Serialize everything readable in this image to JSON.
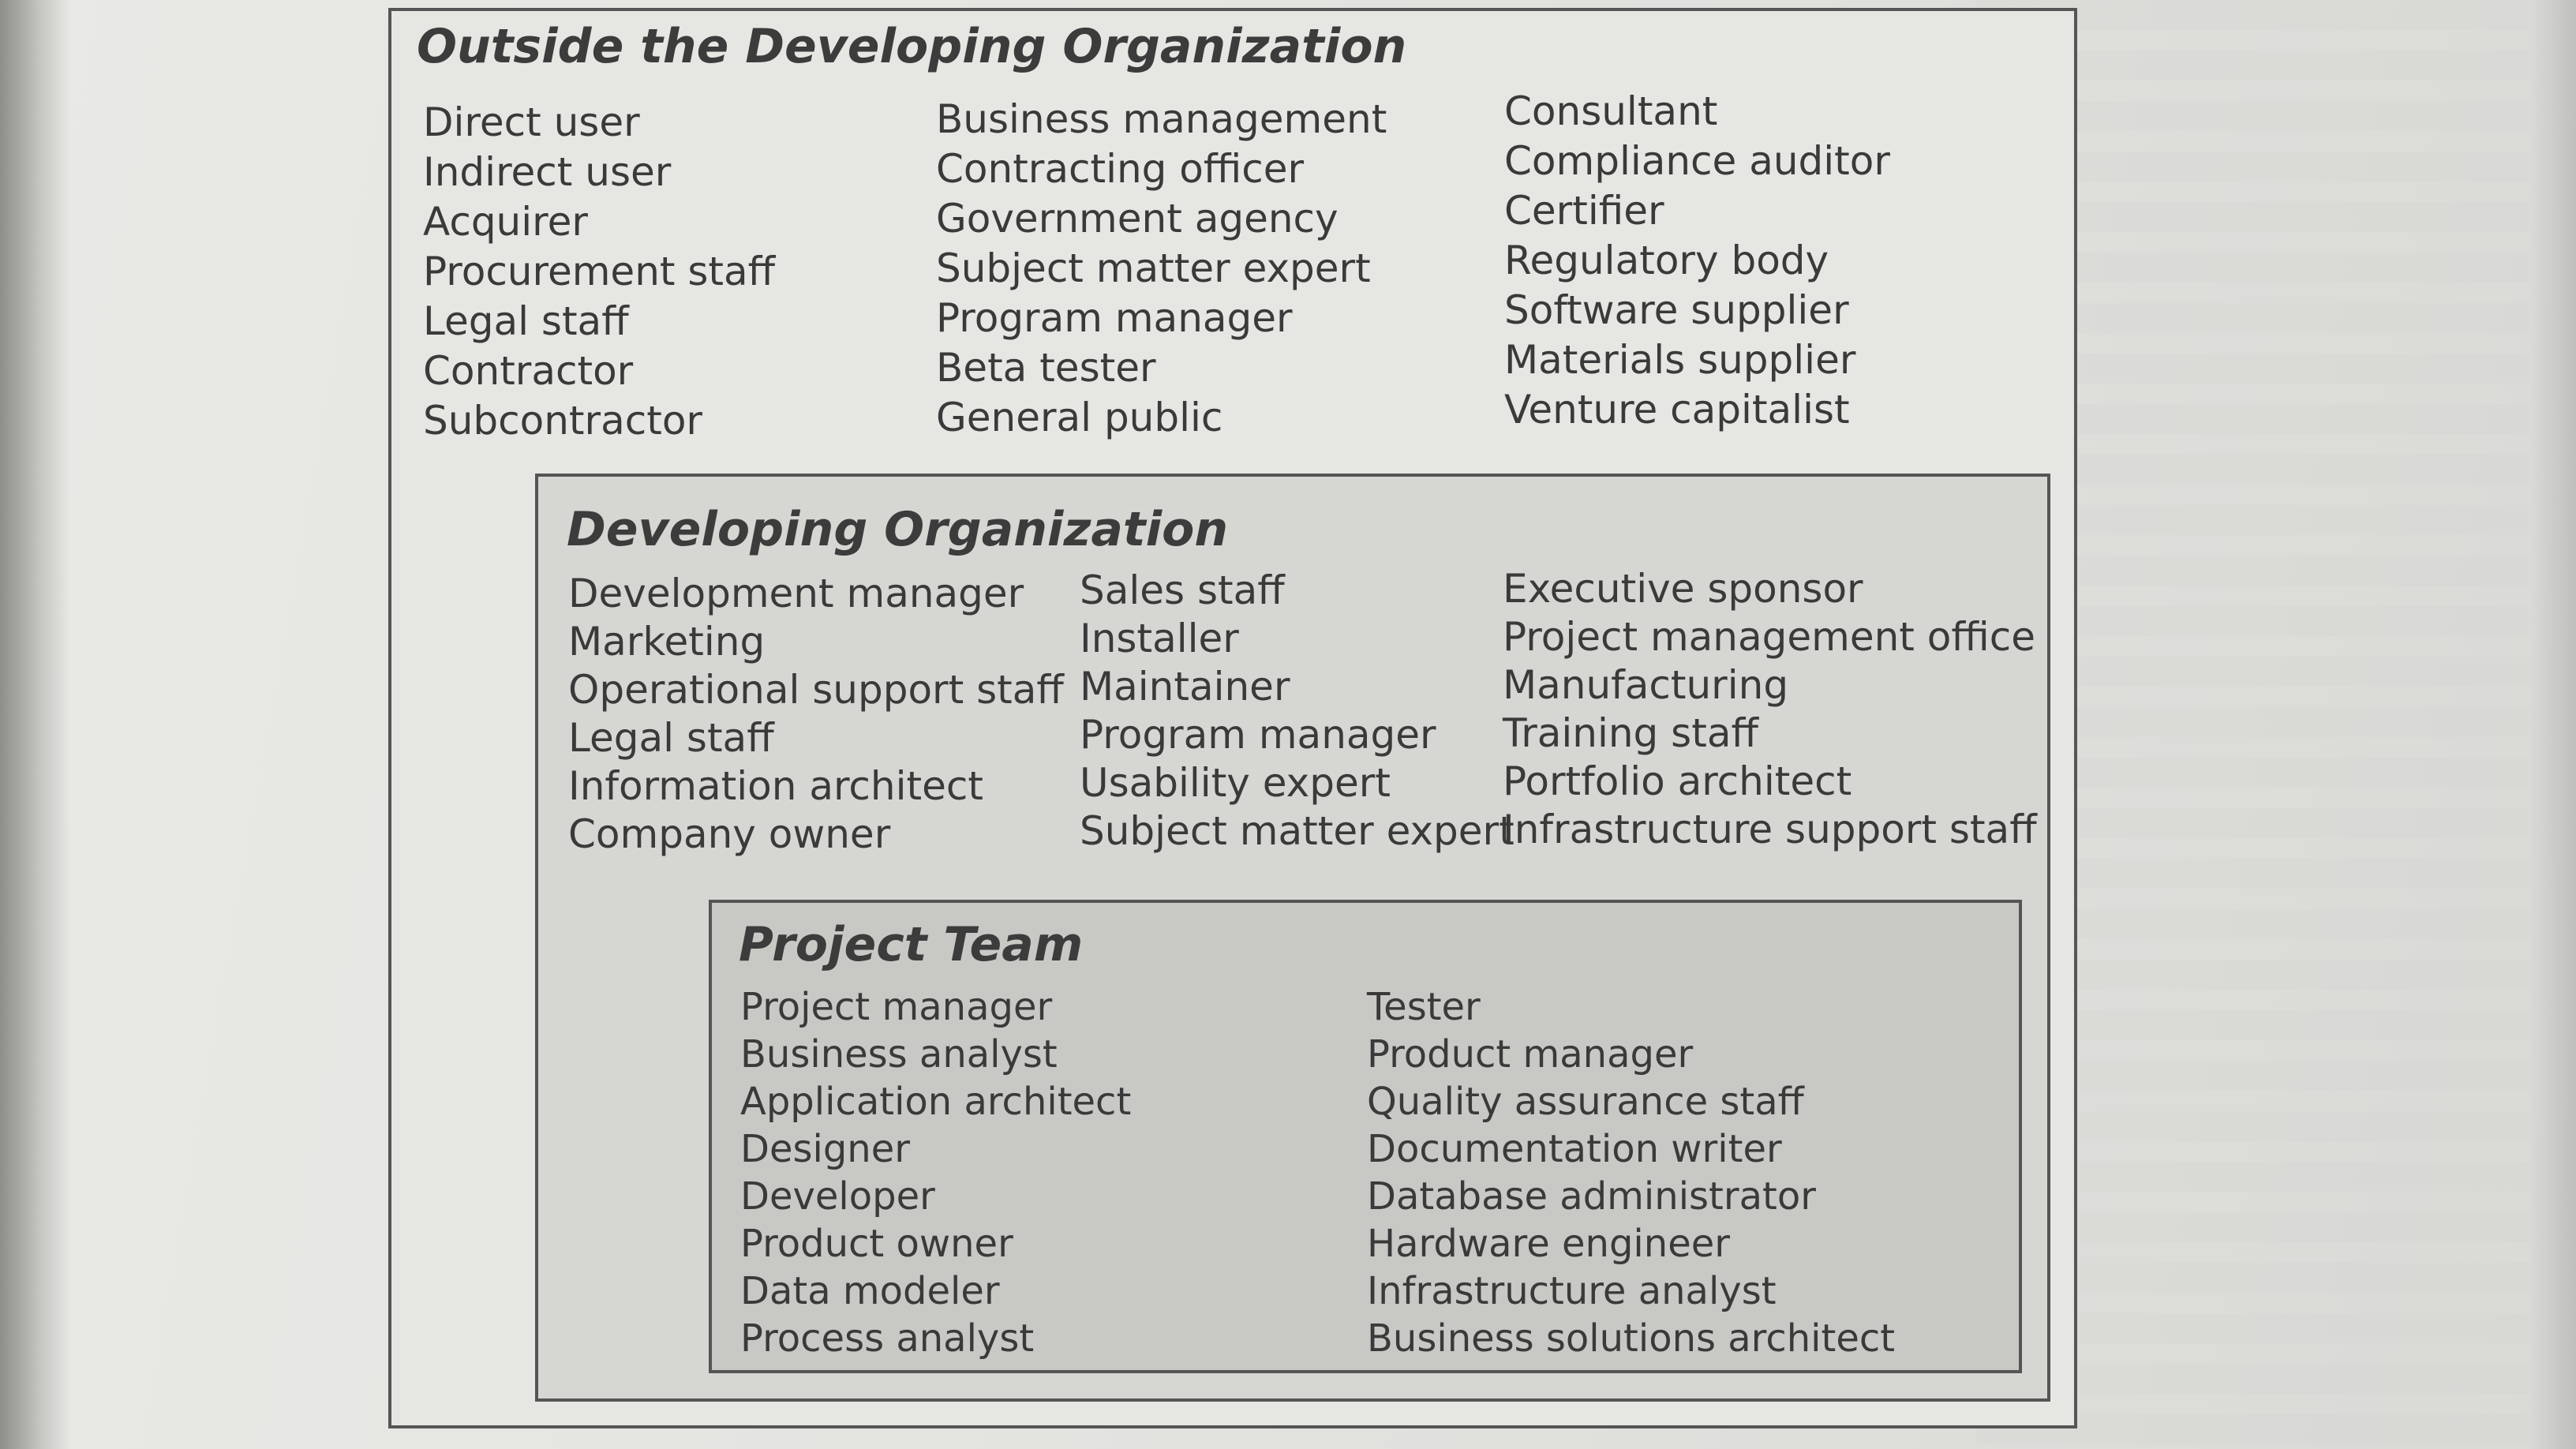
{
  "outside": {
    "title": "Outside the Developing Organization",
    "col1": [
      "Direct user",
      "Indirect user",
      "Acquirer",
      "Procurement staff",
      "Legal staff",
      "Contractor",
      "Subcontractor"
    ],
    "col2": [
      "Business management",
      "Contracting officer",
      "Government agency",
      "Subject matter expert",
      "Program manager",
      "Beta tester",
      "General public"
    ],
    "col3": [
      "Consultant",
      "Compliance auditor",
      "Certifier",
      "Regulatory body",
      "Software supplier",
      "Materials supplier",
      "Venture capitalist"
    ]
  },
  "developing": {
    "title": "Developing Organization",
    "col1": [
      "Development manager",
      "Marketing",
      "Operational support staff",
      "Legal staff",
      "Information architect",
      "Company owner"
    ],
    "col2": [
      "Sales staff",
      "Installer",
      "Maintainer",
      "Program manager",
      "Usability expert",
      "Subject matter expert"
    ],
    "col3": [
      "Executive sponsor",
      "Project management office",
      "Manufacturing",
      "Training staff",
      "Portfolio architect",
      "Infrastructure support staff"
    ]
  },
  "team": {
    "title": "Project Team",
    "col1": [
      "Project manager",
      "Business analyst",
      "Application architect",
      "Designer",
      "Developer",
      "Product owner",
      "Data modeler",
      "Process analyst"
    ],
    "col2": [
      "Tester",
      "Product manager",
      "Quality assurance staff",
      "Documentation writer",
      "Database administrator",
      "Hardware engineer",
      "Infrastructure analyst",
      "Business solutions architect"
    ]
  }
}
